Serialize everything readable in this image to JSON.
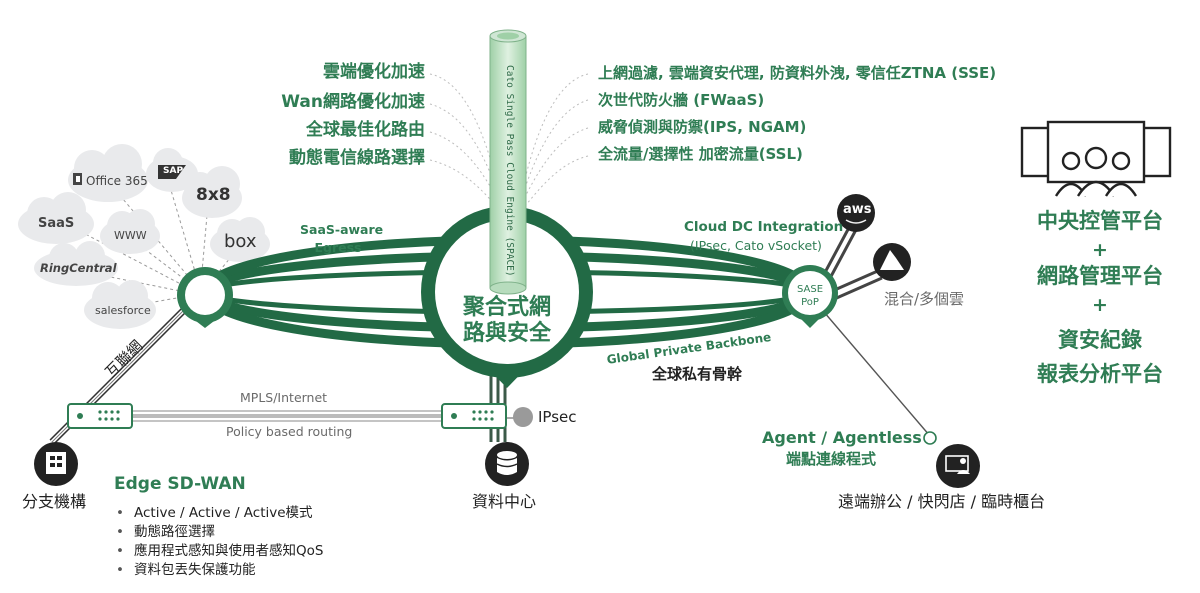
{
  "engine": {
    "tube_label": "Cato Single Pass Cloud Engine (SPACE)",
    "center_label_line1": "聚合式網",
    "center_label_line2": "路與安全"
  },
  "left_features": [
    "雲端優化加速",
    "Wan網路優化加速",
    "全球最佳化路由",
    "動態電信線路選擇"
  ],
  "right_features": [
    "上網過濾, 雲端資安代理, 防資料外洩, 零信任ZTNA (SSE)",
    "次世代防火牆 (FWaaS)",
    "威脅偵測與防禦(IPS, NGAM)",
    "全流量/選擇性 加密流量(SSL)"
  ],
  "saas_clouds": {
    "office365": "Office 365",
    "sap": "SAP",
    "eight_by_eight": "8x8",
    "saas": "SaaS",
    "www": "WWW",
    "box": "box",
    "ringcentral": "RingCentral",
    "salesforce": "salesforce"
  },
  "saas_egress": {
    "line1": "SaaS-aware",
    "line2": "Egress"
  },
  "cloud_dc": {
    "title": "Cloud  DC Integration",
    "subtitle": "(IPsec, Cato vSocket)"
  },
  "sase_pop": {
    "line1": "SASE",
    "line2": "PoP"
  },
  "aws_label": "aws",
  "hybrid_cloud": "混合/多個雲",
  "backbone": {
    "en": "Global Private Backbone",
    "zh": "全球私有骨幹"
  },
  "internet_label": "互聯網",
  "links": {
    "mpls": "MPLS/Internet",
    "policy": "Policy based routing",
    "ipsec": "IPsec"
  },
  "branch_label": "分支機構",
  "datacenter_label": "資料中心",
  "agent": {
    "line1": "Agent / Agentless",
    "line2": "端點連線程式"
  },
  "remote_label": "遠端辦公 / 快閃店 / 臨時櫃台",
  "sdwan": {
    "title": "Edge SD-WAN",
    "bullets": [
      "Active / Active / Active模式",
      "動態路徑選擇",
      "應用程式感知與使用者感知QoS",
      "資料包丟失保護功能"
    ]
  },
  "management": [
    "中央控管平台",
    "+",
    "網路管理平台",
    "+",
    "資安紀錄",
    "報表分析平台"
  ],
  "colors": {
    "primary_green": "#2f7d54",
    "dark_green": "#1f5f3f",
    "pale_green": "#cfe6d4",
    "gray_cloud": "#e9eaec"
  }
}
